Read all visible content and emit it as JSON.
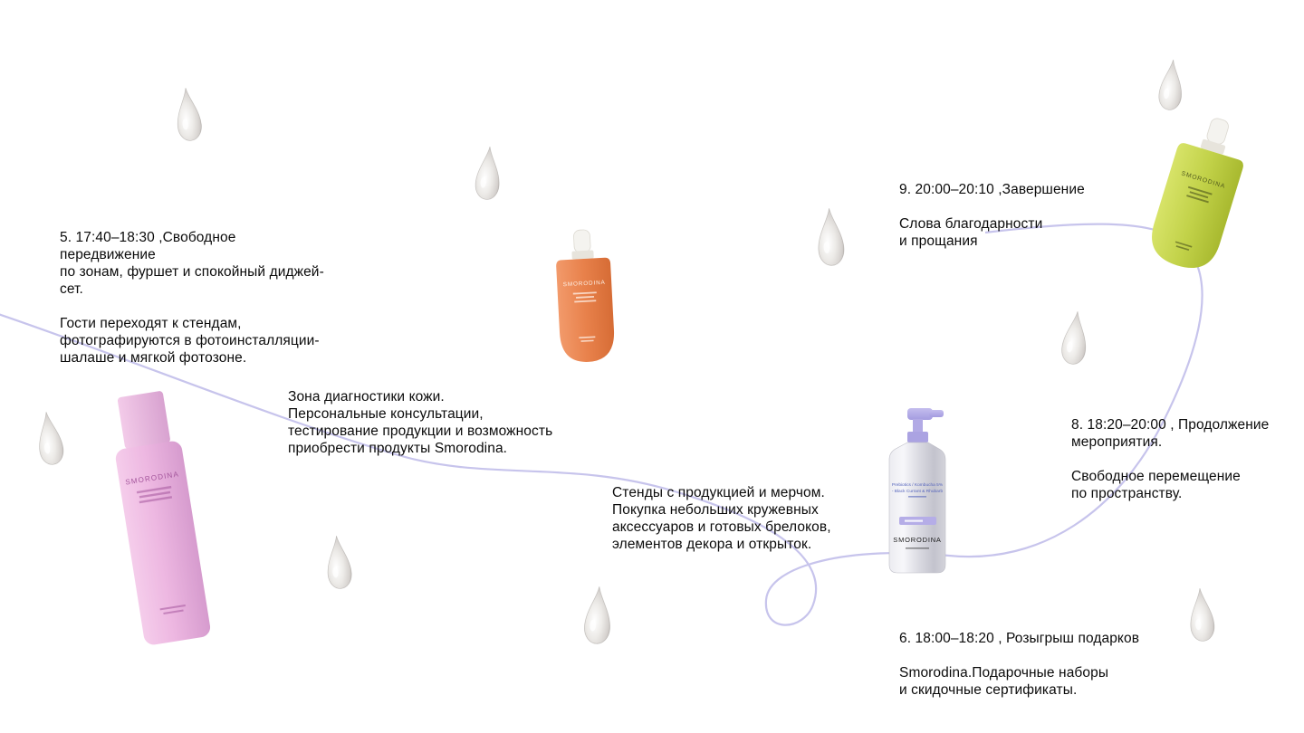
{
  "page": {
    "background": "#ffffff",
    "curve_color": "#c7c4ec"
  },
  "schedule": {
    "item5": {
      "heading": "5. 17:40–18:30 ,Свободное передвижение\nпо зонам, фуршет и спокойный диджей-сет.",
      "body": "Гости переходят к стендам,\nфотографируются в фотоинсталляции-\nшалаше и мягкой фотозоне."
    },
    "item6": {
      "heading": "6. 18:00–18:20 , Розыгрыш подарков",
      "body": "Smorodina.Подарочные наборы\nи скидочные сертификаты."
    },
    "item8": {
      "heading": "8. 18:20–20:00 , Продолжение\nмероприятия.",
      "body": "Свободное перемещение\nпо пространству."
    },
    "item9": {
      "heading": "9. 20:00–20:10 ,Завершение",
      "body": "Слова благодарности\nи прощания"
    },
    "zone_note": "Зона диагностики кожи.\nПерсональные консультации,\nтестирование продукции и возможность\nприобрести продукты  Smorodina.",
    "stands_note": "Стенды с продукцией и мерчом.\nПокупка небольших кружевных\nаксессуаров и готовых брелоков,\nэлементов декора и открыток."
  },
  "products": {
    "pink_spray": {
      "brand": "SMORODINA",
      "color": "#edb7e1"
    },
    "orange_serum": {
      "brand": "SMORODINA",
      "color": "#e8814b"
    },
    "green_serum": {
      "brand": "SMORODINA",
      "color": "#c2d249"
    },
    "pump_bottle": {
      "brand": "SMORODINA",
      "label_line1": "Prebiotics / Kombucha 5%",
      "label_line2": "- Black Currant & Rhubarb",
      "pump_color": "#b2aae5"
    }
  }
}
